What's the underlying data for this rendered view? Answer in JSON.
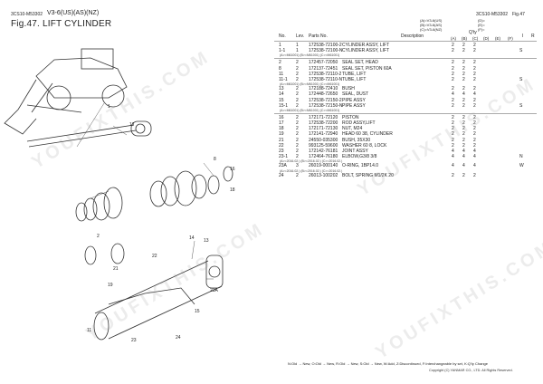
{
  "header": {
    "code_left": "3CS10-M53302",
    "model": "V3-6(US)(AS)(NZ)",
    "figure": "Fig.47.  LIFT CYLINDER",
    "code_right": "3CS10-M53302",
    "fig_right": "Fig.47",
    "legend": [
      "(A)=V3-6(US)",
      "(B)=V3-6(AS)",
      "(C)=V3-6(NZ)"
    ],
    "legend_right": [
      "(D)=",
      "(E)=",
      "(F)="
    ]
  },
  "columns": {
    "no": "No.",
    "lev": "Lev.",
    "part": "Parts No.",
    "desc": "Description",
    "qty": "Q'ty",
    "remark": "I",
    "remark2": "R",
    "qty_cols": [
      "(A)",
      "(B)",
      "(C)",
      "(D)",
      "(E)",
      "(F)"
    ]
  },
  "rows": [
    {
      "no": "1",
      "lev": "1",
      "part": "172538-72100-2",
      "desc": "CYLINDER ASSY, LIFT",
      "a": "2",
      "b": "2",
      "c": "2",
      "rem": ""
    },
    {
      "no": "1-1",
      "lev": "1",
      "part": "172538-72100-N",
      "desc": "CYLINDER ASSY, LIFT",
      "a": "2",
      "b": "2",
      "c": "2",
      "rem": "S",
      "sub": "(A>=M61001)        (B>=M61001)        (C>=M61001)"
    },
    {
      "sep": true
    },
    {
      "no": "2",
      "lev": "2",
      "part": "172457-72050",
      "desc": "SEAL SET, HEAD",
      "a": "2",
      "b": "2",
      "c": "2",
      "rem": ""
    },
    {
      "no": "8",
      "lev": "2",
      "part": "172137-72451",
      "desc": "SEAL SET, PISTON 60A",
      "a": "2",
      "b": "2",
      "c": "2",
      "rem": ""
    },
    {
      "no": "11",
      "lev": "2",
      "part": "172538-72110-2",
      "desc": "TUBE, LIFT",
      "a": "2",
      "b": "2",
      "c": "2",
      "rem": ""
    },
    {
      "no": "11-1",
      "lev": "2",
      "part": "172538-72110-N",
      "desc": "TUBE, LIFT",
      "a": "2",
      "b": "2",
      "c": "2",
      "rem": "S",
      "sub": "(A>=M61001)        (B>=M61001)        (C>=M61001)"
    },
    {
      "no": "13",
      "lev": "2",
      "part": "172188-72410",
      "desc": "BUSH",
      "a": "2",
      "b": "2",
      "c": "2",
      "rem": ""
    },
    {
      "no": "14",
      "lev": "2",
      "part": "172448-72650",
      "desc": "SEAL, DUST",
      "a": "4",
      "b": "4",
      "c": "4",
      "rem": ""
    },
    {
      "no": "15",
      "lev": "2",
      "part": "172538-72150-2",
      "desc": "PIPE ASSY",
      "a": "2",
      "b": "2",
      "c": "2",
      "rem": ""
    },
    {
      "no": "15-1",
      "lev": "2",
      "part": "172538-72150-N",
      "desc": "PIPE ASSY",
      "a": "2",
      "b": "2",
      "c": "2",
      "rem": "S",
      "sub": "(A>=M61001)        (B>=M61001)        (C>=M61001)"
    },
    {
      "sep": true
    },
    {
      "no": "16",
      "lev": "2",
      "part": "172171-72120",
      "desc": "PISTON",
      "a": "2",
      "b": "2",
      "c": "2",
      "rem": ""
    },
    {
      "no": "17",
      "lev": "2",
      "part": "172538-72200",
      "desc": "ROD ASSY,LIFT",
      "a": "2",
      "b": "2",
      "c": "2",
      "rem": ""
    },
    {
      "no": "18",
      "lev": "2",
      "part": "172171-72130",
      "desc": "NUT, M24",
      "a": "2",
      "b": "2",
      "c": "2",
      "rem": ""
    },
    {
      "no": "19",
      "lev": "2",
      "part": "172141-72940",
      "desc": "HEAD 60 38, CYLINDER",
      "a": "2",
      "b": "2",
      "c": "2",
      "rem": ""
    },
    {
      "no": "21",
      "lev": "2",
      "part": "24550-035300",
      "desc": "BUSH, 35X30",
      "a": "2",
      "b": "2",
      "c": "2",
      "rem": ""
    },
    {
      "no": "22",
      "lev": "2",
      "part": "993125-59600",
      "desc": "WASHER 60 8, LOCK",
      "a": "2",
      "b": "2",
      "c": "2",
      "rem": ""
    },
    {
      "no": "23",
      "lev": "2",
      "part": "172142-76181",
      "desc": "JOINT ASSY",
      "a": "4",
      "b": "4",
      "c": "4",
      "rem": ""
    },
    {
      "no": "23-1",
      "lev": "2",
      "part": "172464-76180",
      "desc": "ELBOW,G3/8 3/8",
      "a": "4",
      "b": "4",
      "c": "4",
      "rem": "N",
      "sub": "(A>=2016.02.)        (B>=2016.02.)        (C>=2016.02.)"
    },
    {
      "no": "23A",
      "lev": "3",
      "part": "26019-000140",
      "desc": "O-RING, 1BP14.0",
      "a": "4",
      "b": "4",
      "c": "4",
      "rem": "W",
      "sub": "(A>=2016.02.)        (B>=2016.02.)        (C>=2016.02.)"
    },
    {
      "no": "24",
      "lev": "2",
      "part": "26013-100202",
      "desc": "BOLT, SPRING M1/2K 20",
      "a": "2",
      "b": "2",
      "c": "2",
      "rem": ""
    }
  ],
  "callouts": [
    "1",
    "2",
    "8",
    "11",
    "13",
    "14",
    "15",
    "16",
    "17",
    "18",
    "19",
    "21",
    "22",
    "23",
    "23A",
    "24"
  ],
  "footer": {
    "legend": "N:Old → New, O:Old → New, R:Old → New, S:Old → New, W:Add, Z:Discontinued, F:Interchangeable by set, K:Q'ty Change",
    "copyright": "Copyright (C) YANMAR CO., LTD. All Rights Reserved."
  },
  "watermark": "YOUFIXTHIS.COM"
}
